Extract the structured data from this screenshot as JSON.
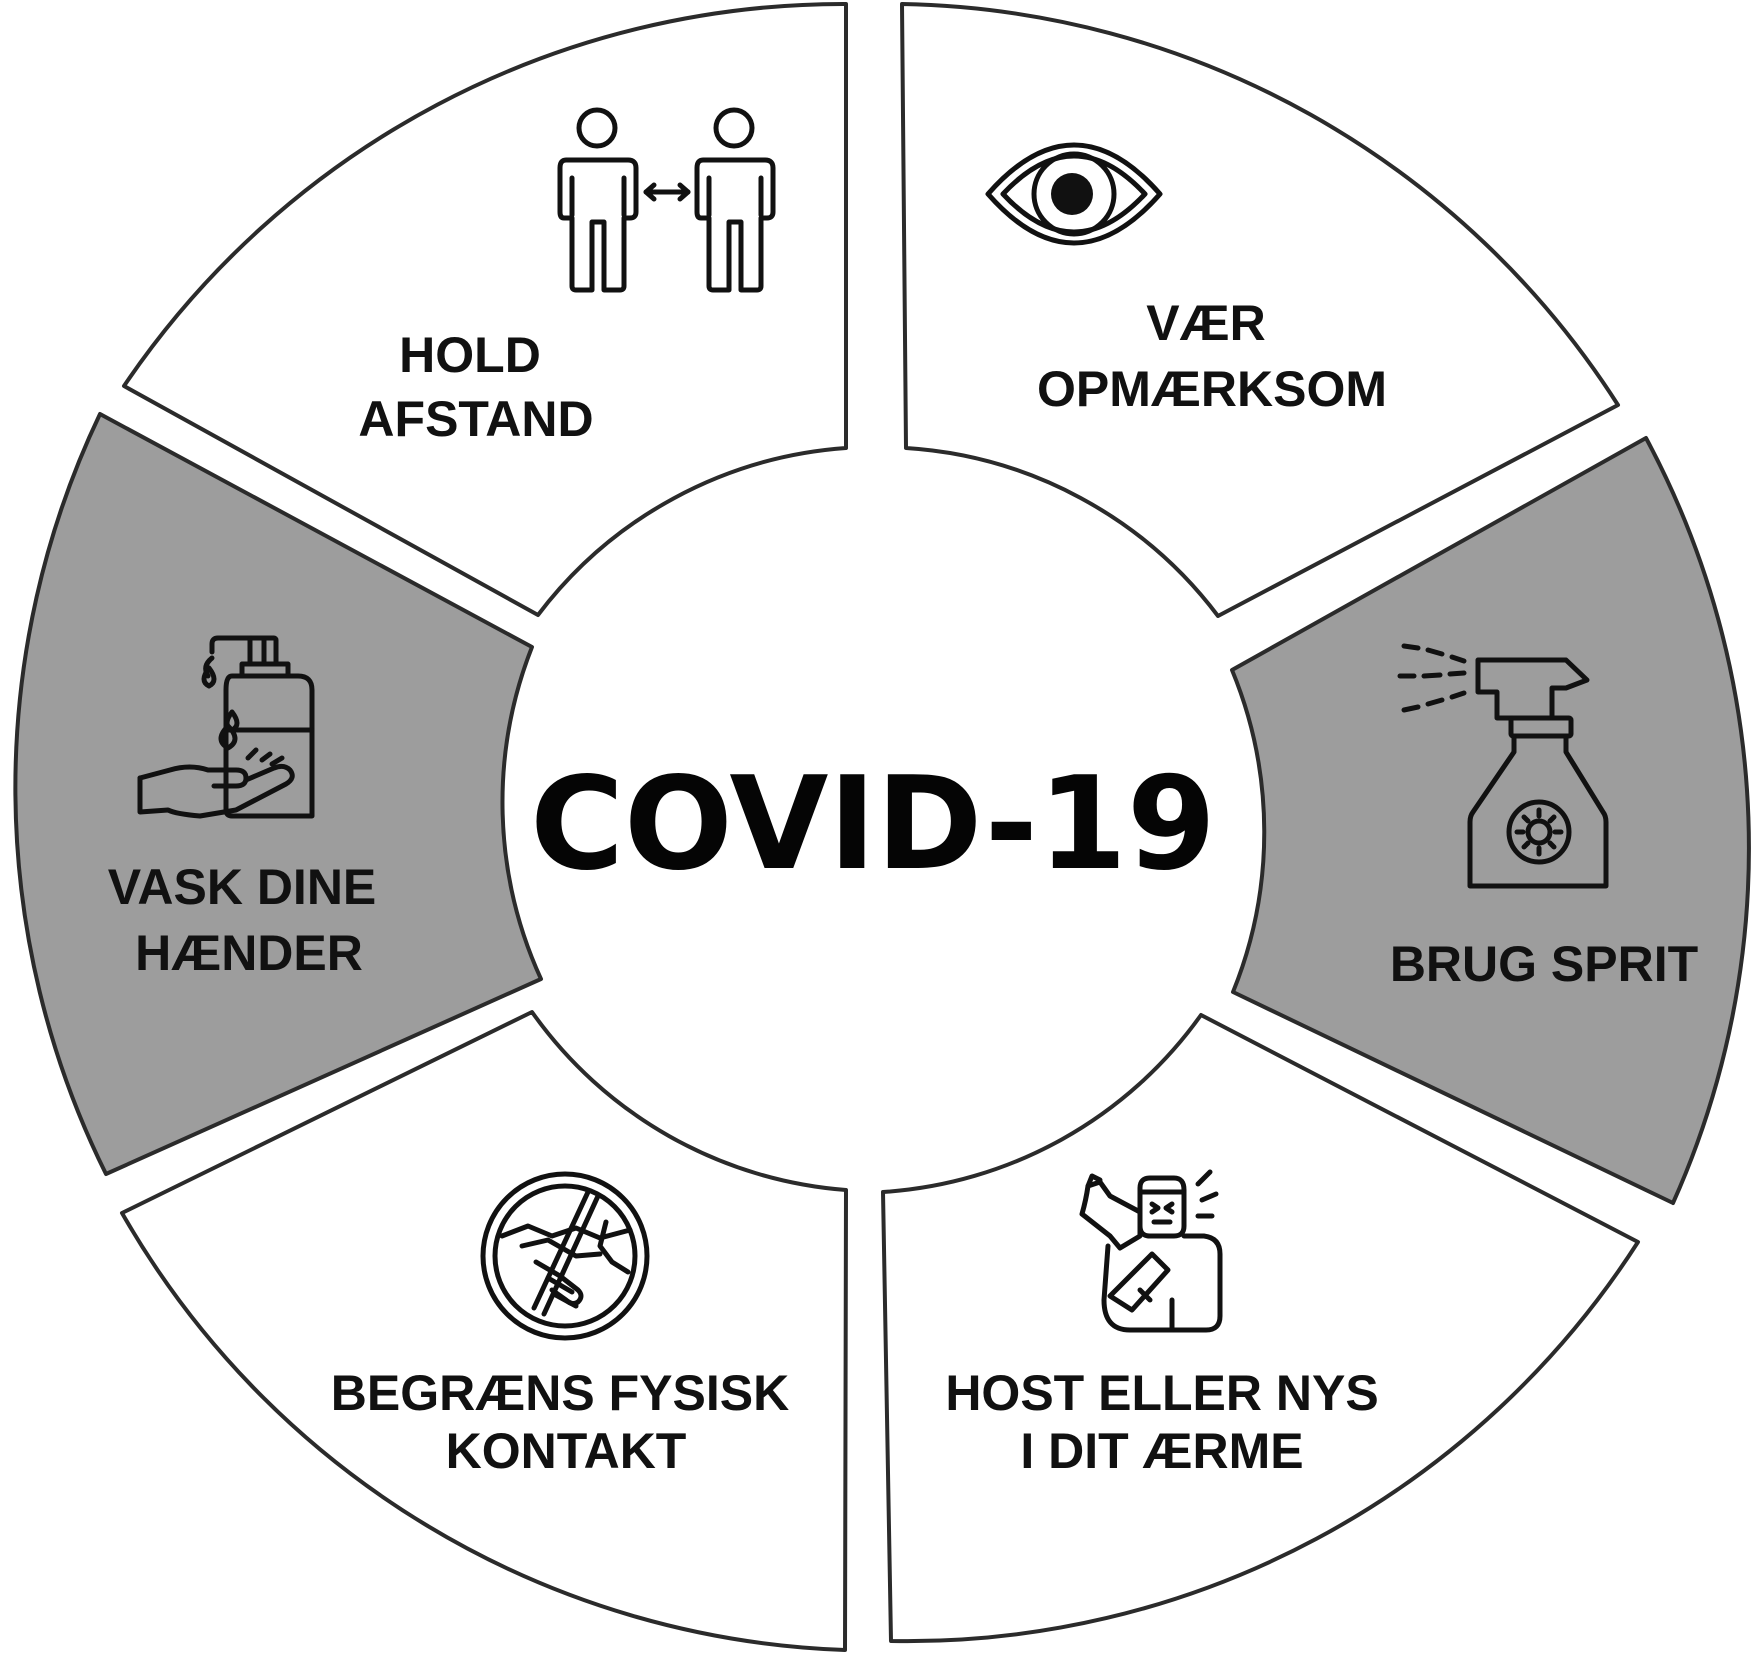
{
  "center": {
    "title": "COVID-19"
  },
  "segments": [
    {
      "id": "hold-afstand",
      "lines": [
        "HOLD",
        "AFSTAND"
      ],
      "icon": "social-distance-icon",
      "fill": "#ffffff"
    },
    {
      "id": "vaer-opmaerksom",
      "lines": [
        "VÆR",
        "OPMÆRKSOM"
      ],
      "icon": "eye-icon",
      "fill": "#ffffff"
    },
    {
      "id": "brug-sprit",
      "lines": [
        "BRUG SPRIT"
      ],
      "icon": "spray-bottle-icon",
      "fill": "#9d9d9d"
    },
    {
      "id": "host-eller-nys",
      "lines": [
        "HOST ELLER NYS",
        "I DIT ÆRME"
      ],
      "icon": "sneeze-into-elbow-icon",
      "fill": "#ffffff"
    },
    {
      "id": "begraens-fysisk-kontakt",
      "lines": [
        "BEGRÆNS FYSISK",
        "KONTAKT"
      ],
      "icon": "no-handshake-icon",
      "fill": "#ffffff"
    },
    {
      "id": "vask-dine-haender",
      "lines": [
        "VASK DINE",
        "HÆNDER"
      ],
      "icon": "hand-wash-icon",
      "fill": "#9d9d9d"
    }
  ]
}
